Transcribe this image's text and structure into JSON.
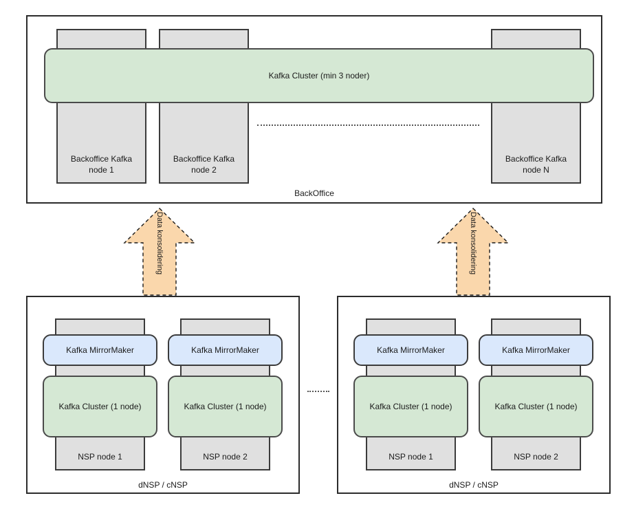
{
  "diagram": {
    "title_visible": false,
    "colors": {
      "node_fill": "#e0e0e0",
      "node_stroke": "#3b3b3b",
      "cluster_fill": "#d5e8d4",
      "mirrormaker_fill": "#dae8fc",
      "arrow_fill": "#fad7ac",
      "arrow_stroke": "#1a1a1a",
      "group_stroke": "#2b2b2b",
      "text": "#1a1a1a"
    },
    "backoffice": {
      "label": "BackOffice",
      "cluster_label": "Kafka Cluster (min 3 noder)",
      "nodes": [
        {
          "label": "Backoffice Kafka\nnode 1"
        },
        {
          "label": "Backoffice Kafka\nnode 2"
        },
        {
          "label": "Backoffice Kafka\nnode N"
        }
      ],
      "ellipsis_between_nodes": "dotted-line"
    },
    "arrows": [
      {
        "label": "Data konsolidering",
        "direction": "up"
      },
      {
        "label": "Data konsolidering",
        "direction": "up"
      }
    ],
    "nsp_groups": [
      {
        "label": "dNSP / cNSP",
        "nodes": [
          {
            "node_label": "NSP node 1",
            "mirrormaker_label": "Kafka MirrorMaker",
            "cluster_label": "Kafka Cluster (1 node)"
          },
          {
            "node_label": "NSP node 2",
            "mirrormaker_label": "Kafka MirrorMaker",
            "cluster_label": "Kafka Cluster (1 node)"
          }
        ]
      },
      {
        "label": "dNSP / cNSP",
        "nodes": [
          {
            "node_label": "NSP node 1",
            "mirrormaker_label": "Kafka MirrorMaker",
            "cluster_label": "Kafka Cluster (1 node)"
          },
          {
            "node_label": "NSP node 2",
            "mirrormaker_label": "Kafka MirrorMaker",
            "cluster_label": "Kafka Cluster (1 node)"
          }
        ]
      }
    ],
    "nsp_groups_separator": "dotted-line"
  }
}
